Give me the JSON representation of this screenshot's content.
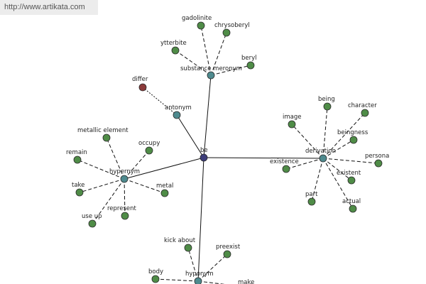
{
  "header": {
    "url": "http://www.artikata.com"
  },
  "colors": {
    "center": "#3d3d7a",
    "hub": "#4e8a8e",
    "leaf": "#4f8c47",
    "antonym_leaf": "#8b3a3a",
    "edge": "#111111",
    "label": "#222222"
  },
  "graph": {
    "center": {
      "label": "be"
    },
    "hubs": [
      {
        "id": "substance_meronym",
        "label": "substance meronym",
        "edge_style": "dashed",
        "leaves": [
          {
            "label": "gadolinite"
          },
          {
            "label": "chrysoberyl"
          },
          {
            "label": "ytterbite"
          },
          {
            "label": "beryl"
          }
        ]
      },
      {
        "id": "antonym",
        "label": "antonym",
        "edge_style": "dotted",
        "leaves": [
          {
            "label": "differ"
          }
        ]
      },
      {
        "id": "derivation",
        "label": "derivation",
        "edge_style": "dashed",
        "leaves": [
          {
            "label": "being"
          },
          {
            "label": "character"
          },
          {
            "label": "image"
          },
          {
            "label": "beingness"
          },
          {
            "label": "persona"
          },
          {
            "label": "existence"
          },
          {
            "label": "existent"
          },
          {
            "label": "part"
          },
          {
            "label": "actual"
          }
        ]
      },
      {
        "id": "hypernym",
        "label": "hypernym",
        "edge_style": "dashed",
        "leaves": [
          {
            "label": "metallic element"
          },
          {
            "label": "occupy"
          },
          {
            "label": "remain"
          },
          {
            "label": "take"
          },
          {
            "label": "metal"
          },
          {
            "label": "represent"
          },
          {
            "label": "use up"
          }
        ]
      },
      {
        "id": "hyponym",
        "label": "hyponym",
        "edge_style": "dashed",
        "leaves": [
          {
            "label": "kick about"
          },
          {
            "label": "preexist"
          },
          {
            "label": "body"
          },
          {
            "label": "make"
          }
        ]
      }
    ]
  }
}
